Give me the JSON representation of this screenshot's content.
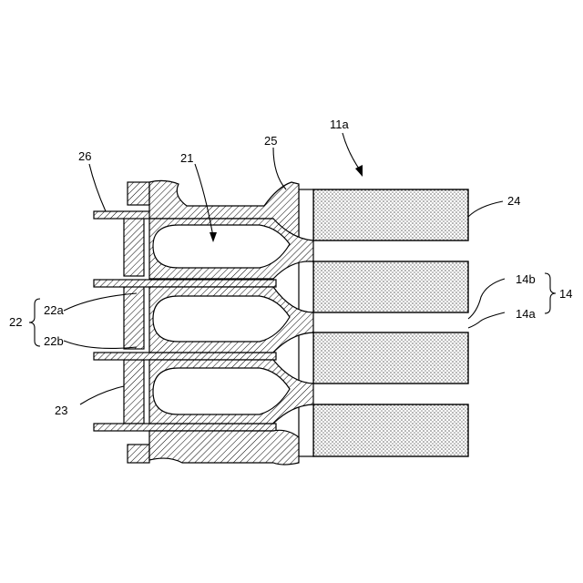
{
  "figure": {
    "labels": {
      "assembly": "11a",
      "cavity": "21",
      "group_22": "22",
      "sub_22a": "22a",
      "sub_22b": "22b",
      "frame": "23",
      "block": "24",
      "collar": "25",
      "sheet": "26",
      "group_14": "14",
      "sub_14a": "14a",
      "sub_14b": "14b"
    }
  }
}
